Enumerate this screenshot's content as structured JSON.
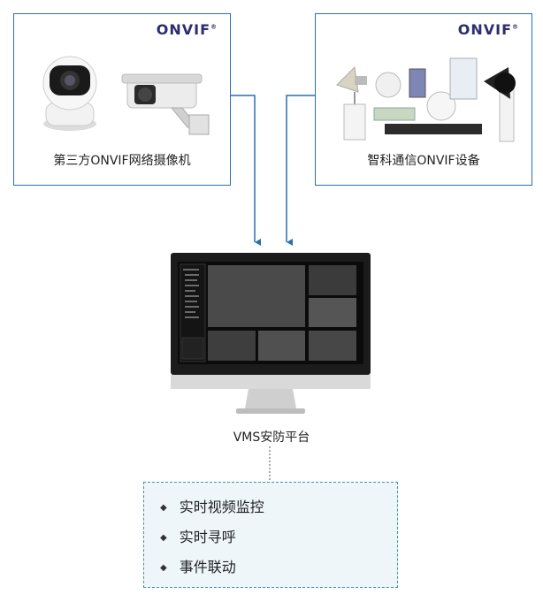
{
  "left_box": {
    "logo": "ONVIF",
    "label": "第三方ONVIF网络摄像机"
  },
  "right_box": {
    "logo": "ONVIF",
    "label": "智科通信ONVIF设备"
  },
  "platform": {
    "label": "VMS安防平台"
  },
  "features": [
    "实时视频监控",
    "实时寻呼",
    "事件联动"
  ],
  "colors": {
    "border": "#2a6fb0",
    "arrow": "#2a6fb0",
    "dashed": "#3a8fc8",
    "panel": "#eef6fa"
  }
}
